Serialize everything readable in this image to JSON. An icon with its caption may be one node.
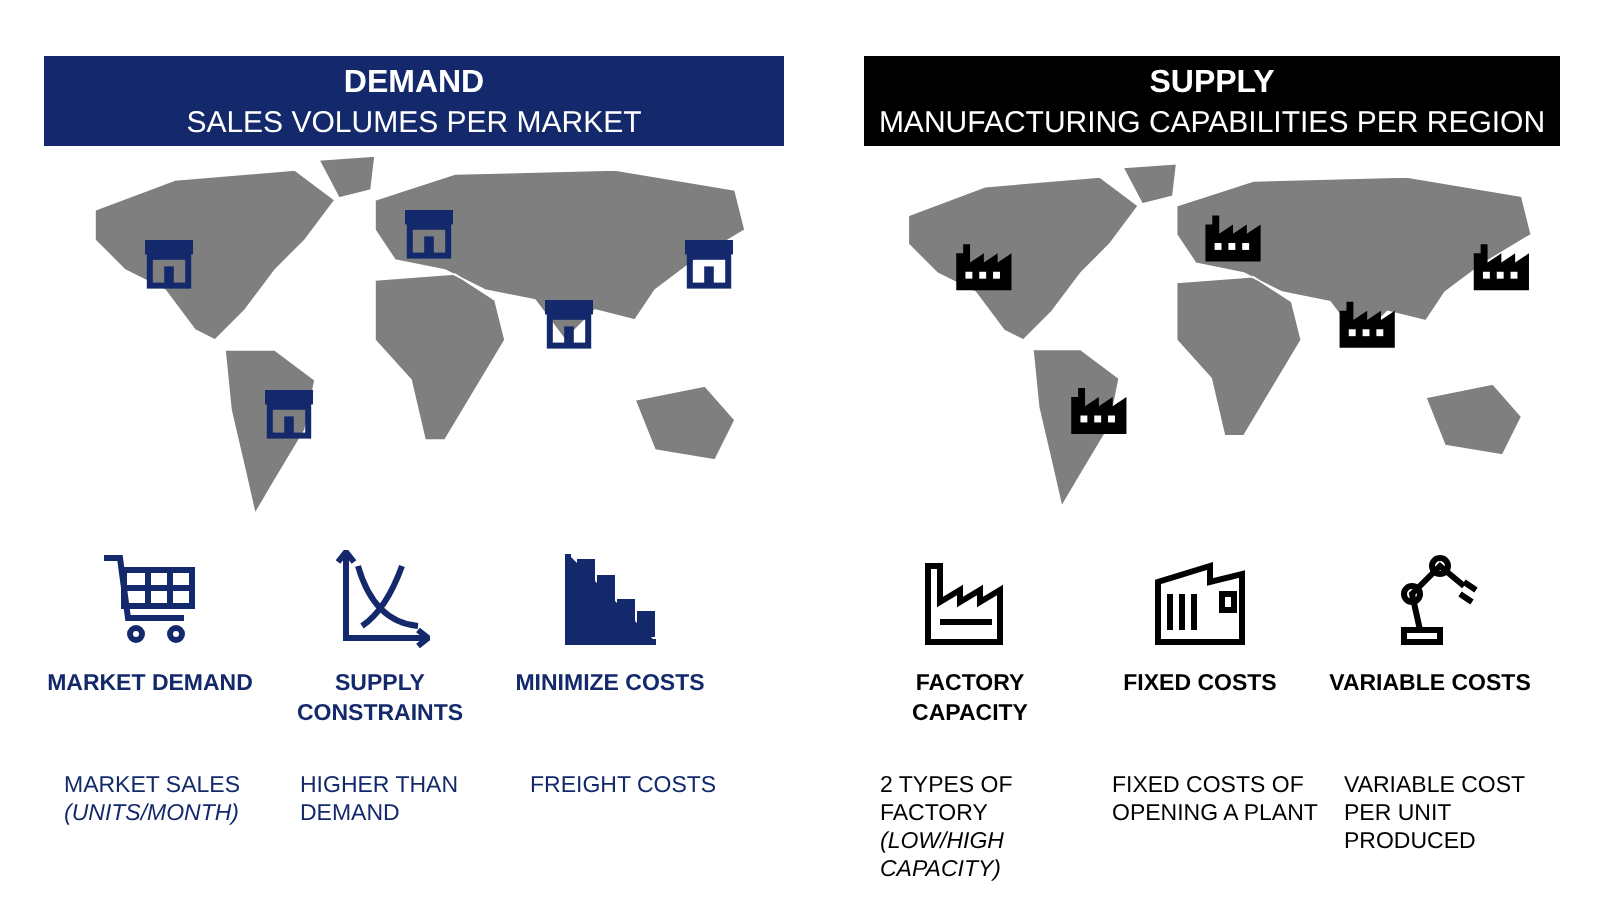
{
  "diagram": {
    "nodes": [
      {
        "text": [
          "DEMAND",
          "SALES VOLUMES PER MARKET"
        ]
      },
      {
        "text": [
          "SUPPLY",
          "MANUFACTURING CAPABILITIES PER REGION"
        ]
      }
    ],
    "labels": [
      "MARKET DEMAND",
      "SUPPLY CONSTRAINTS",
      "MINIMIZE COSTS",
      "FACTORY CAPACITY",
      "FIXED COSTS",
      "VARIABLE COSTS",
      "MARKET SALES *(UNITS/MONTH)*",
      "HIGHER THAN DEMAND",
      "FREIGHT COSTS",
      "2 TYPES OF FACTORY *(LOW/HIGH CAPACITY)*",
      "FIXED COSTS OF OPENING A PLANT",
      "VARIABLE COST PER UNIT PRODUCED"
    ]
  }
}
